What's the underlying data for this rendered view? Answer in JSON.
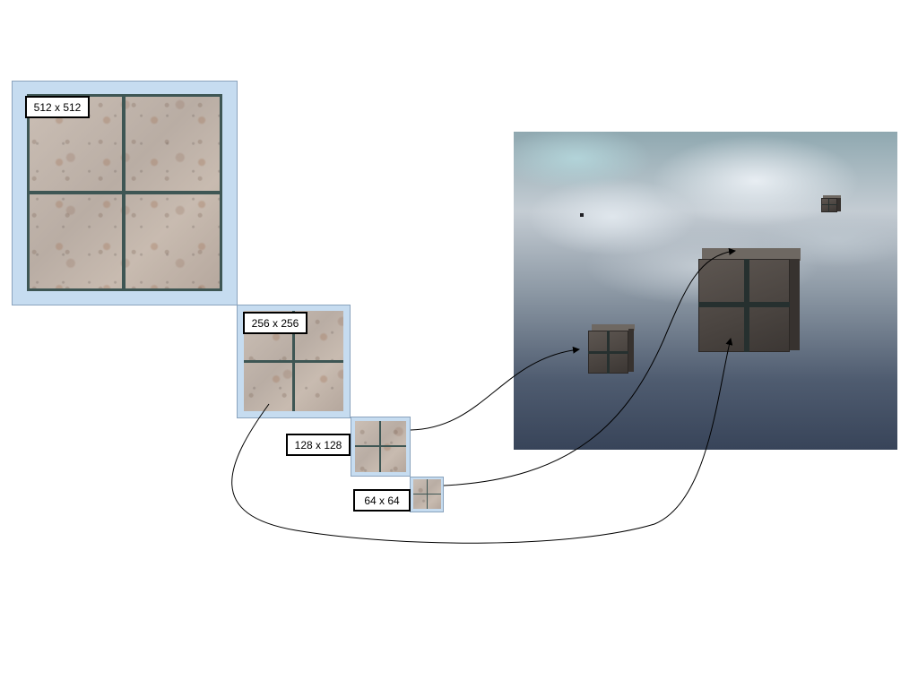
{
  "mipmap_levels": [
    {
      "label": "512 x 512"
    },
    {
      "label": "256 x 256"
    },
    {
      "label": "128 x 128"
    },
    {
      "label": "64 x 64"
    }
  ],
  "scene": {
    "sky_colors": {
      "top": "#8fa8b0",
      "mid": "#c4ccd3",
      "bottom": "#384459"
    },
    "cube_color": "#4a4440"
  },
  "colors": {
    "frame_fill": "#c6dcf0",
    "frame_border": "#8aa3bd",
    "tile_base": "#c3b7ad",
    "grout": "#3e5654",
    "arrow": "#000000"
  }
}
